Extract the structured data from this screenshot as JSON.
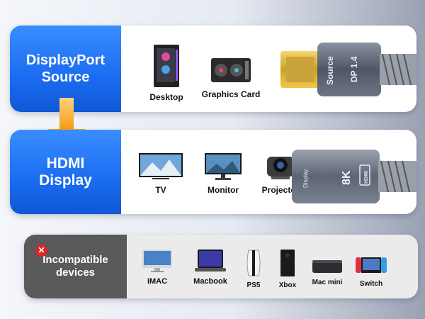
{
  "source_panel": {
    "title_line1": "DisplayPort",
    "title_line2": "Source",
    "items": [
      {
        "label": "Desktop",
        "icon": "desktop-tower-icon"
      },
      {
        "label": "Graphics Card",
        "icon": "graphics-card-icon"
      }
    ],
    "connector": {
      "text_a": "Source",
      "text_b": "DP 1.4"
    }
  },
  "display_panel": {
    "title_line1": "HDMI",
    "title_line2": "Display",
    "items": [
      {
        "label": "TV",
        "icon": "tv-icon"
      },
      {
        "label": "Monitor",
        "icon": "monitor-icon"
      },
      {
        "label": "Projector",
        "icon": "projector-icon"
      }
    ],
    "connector": {
      "text_a": "Display",
      "text_b": "8K",
      "text_c": "HDMI"
    }
  },
  "incompatible_panel": {
    "title_line1": "Incompatible",
    "title_line2": "devices",
    "items": [
      {
        "label": "iMAC",
        "icon": "imac-icon"
      },
      {
        "label": "Macbook",
        "icon": "macbook-icon"
      },
      {
        "label": "PS5",
        "icon": "ps5-icon"
      },
      {
        "label": "Xbox",
        "icon": "xbox-icon"
      },
      {
        "label": "Mac mini",
        "icon": "mac-mini-icon"
      },
      {
        "label": "Switch",
        "icon": "switch-icon"
      }
    ]
  },
  "colors": {
    "accent_blue": "#1b6cf0",
    "arrow_orange": "#f7a21b",
    "incompatible_gray": "#5a5a5a",
    "error_red": "#e12424"
  }
}
